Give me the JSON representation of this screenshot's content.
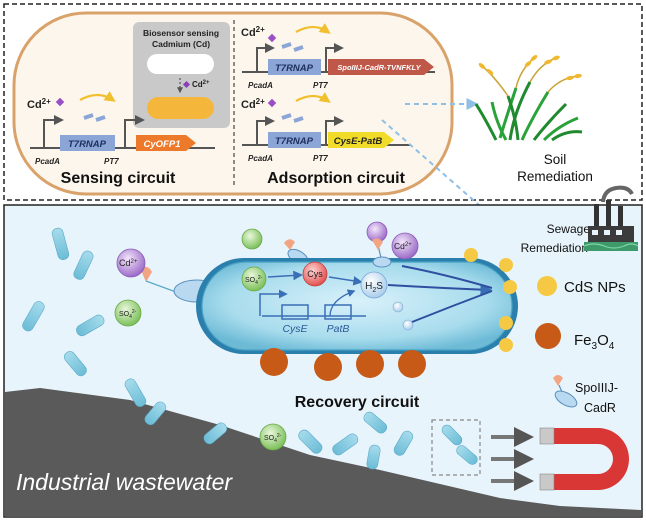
{
  "top": {
    "cd_label": "Cd",
    "cd_superscript": "2+",
    "t7rnap": "T7RNAP",
    "pcada": "PcadA",
    "pt7": "PT7",
    "sensing_gene": "CyOFP1",
    "sensing_title": "Sensing circuit",
    "biosensor_line1": "Biosensor sensing",
    "biosensor_line2": "Cadmium (Cd)",
    "adsorption_gene_1": "SpoIIIJ-CadR-TVNFKLY",
    "adsorption_gene_2": "CysE-PatB",
    "adsorption_title": "Adsorption circuit",
    "soil_line1": "Soil",
    "soil_line2": "Remediation"
  },
  "bottom": {
    "so4": "SO",
    "so4_sub": "4",
    "so4_sup": "2-",
    "cys": "Cys",
    "h2s_h": "H",
    "h2s_sub": "2",
    "h2s_s": "S",
    "cyse": "CysE",
    "patb": "PatB",
    "recovery_title": "Recovery circuit",
    "industrial_title": "Industrial wastewater",
    "sewage_line1": "Sewage",
    "sewage_line2": "Remediation",
    "cds_label": "CdS NPs",
    "fe3o4_fe": "Fe",
    "fe3o4_3": "3",
    "fe3o4_o": "O",
    "fe3o4_4": "4",
    "spoiiij_line1": "SpoIIIJ-",
    "spoiiij_line2": "CadR"
  },
  "colors": {
    "cd_ion": "#9a4fc7",
    "t7_box": "#8aa5d6",
    "cyofp": "#ec7a2a",
    "cadr_gene": "#c0584a",
    "cyse_gene": "#f2dc2a",
    "cds_np": "#f6c945",
    "fe3o4": "#c65a16",
    "cell_body": "#8fd0e6",
    "water": "#e8f4fb",
    "ground": "#5a5a5a"
  }
}
